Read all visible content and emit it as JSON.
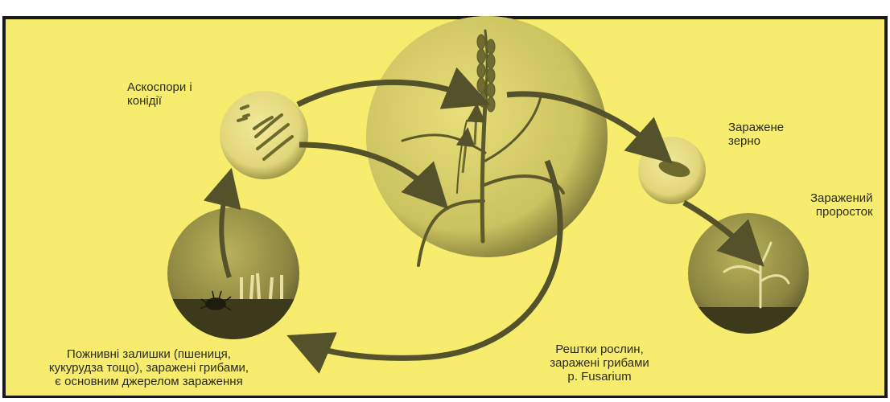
{
  "labels": {
    "ascospores": [
      "Аскоспори і",
      "конідії"
    ],
    "infected_grain": [
      "Заражене",
      "зерно"
    ],
    "infected_sprout": [
      "Заражений",
      "проросток"
    ],
    "residues": [
      "Пожнивні залишки (пшениця,",
      "кукурудза тощо), заражені грибами,",
      "є основним джерелом зараження"
    ],
    "plant_remains": [
      "Рештки рослин,",
      "заражені грибами",
      "р. Fusarium"
    ]
  },
  "colors": {
    "background": "#f7ec6e",
    "border": "#1a1a1a",
    "circle_fill": "#e7dc84",
    "circle_dark": "#6d6a2e",
    "ground": "#3c3a1a",
    "arrow": "#54522a",
    "plant": "#5a5a2c"
  },
  "icons": [
    "spore-icon",
    "grain-icon",
    "wheat-plant-icon",
    "sprout-icon",
    "beetle-icon"
  ]
}
